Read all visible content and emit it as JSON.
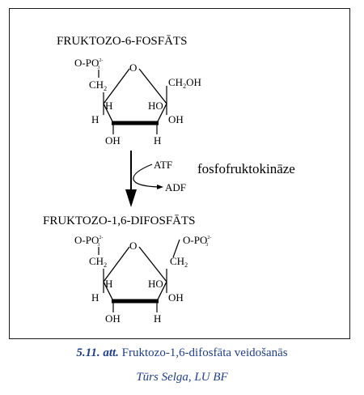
{
  "top_molecule": {
    "title": "FRUKTOZO-6-FOSFĀTS",
    "phosphate": "O-PO",
    "phosphate_sup": "2-",
    "phosphate_sub": "3",
    "ch2": "CH",
    "ch2_sub": "2",
    "ring_o": "O",
    "ch2oh_ch": "CH",
    "ch2oh_sub": "2",
    "ch2oh_oh": "OH",
    "h_left_up": "H",
    "h_left_down": "H",
    "ho_right": "HO",
    "oh_right": "OH",
    "oh_bottom": "OH",
    "h_bottom": "H"
  },
  "reaction": {
    "atf": "ATF",
    "adf": "ADF",
    "enzyme": "fosfofruktokināze"
  },
  "bottom_molecule": {
    "title": "FRUKTOZO-1,6-DIFOSFĀTS",
    "phosphate_left": "O-PO",
    "phosphate_right": "O-PO",
    "phosphate_sup": "2-",
    "phosphate_sub": "3",
    "ch2": "CH",
    "ch2_sub": "2",
    "ring_o": "O",
    "h_left_up": "H",
    "h_left_down": "H",
    "ho_right": "HO",
    "oh_right": "OH",
    "oh_bottom": "OH",
    "h_bottom": "H"
  },
  "caption": {
    "number": "5.11. att.",
    "text": "Fruktozo-1,6-difosfāta veidošanās",
    "credit": "Tūrs Selga, LU BF"
  }
}
